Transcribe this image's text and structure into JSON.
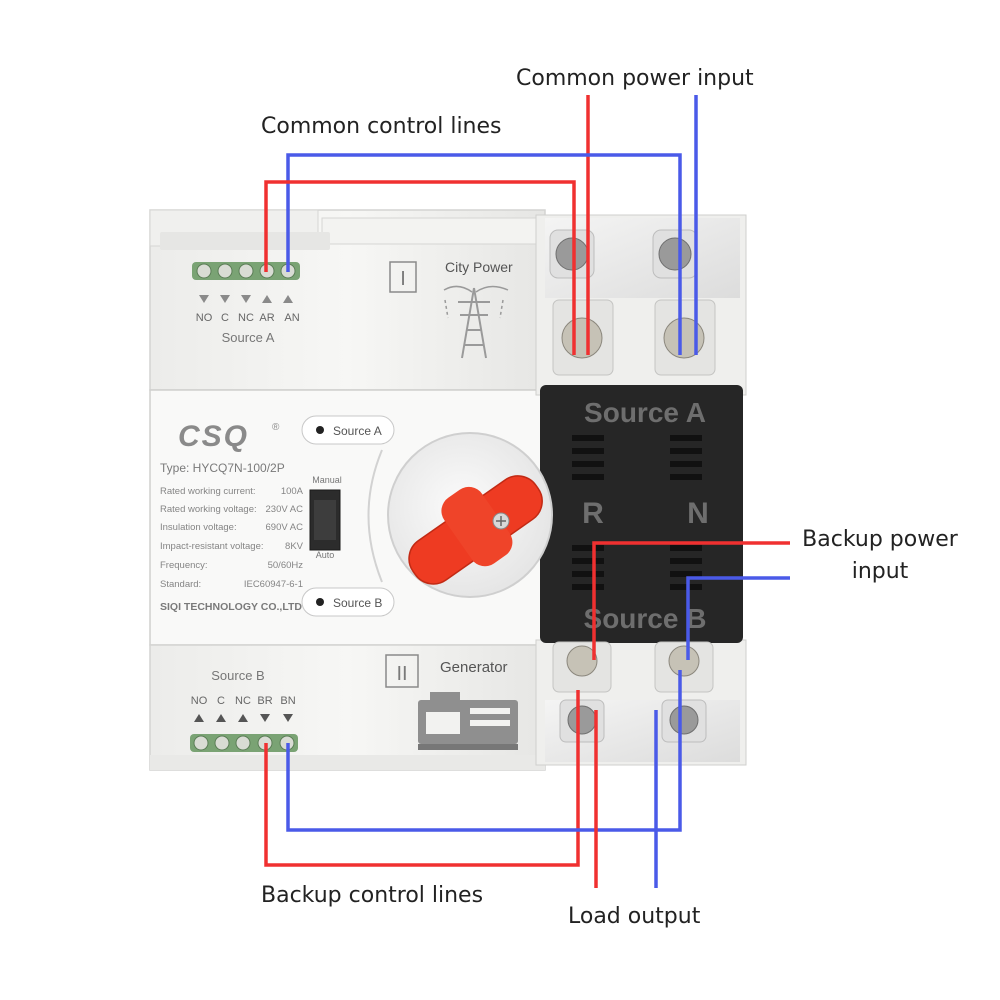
{
  "callouts": {
    "common_power_input": "Common power input",
    "common_control_lines": "Common control lines",
    "backup_power_input_line1": "Backup power",
    "backup_power_input_line2": "input",
    "backup_control_lines": "Backup control lines",
    "load_output": "Load output"
  },
  "device": {
    "brand": "CSQ",
    "brand_mark": "®",
    "type": "Type: HYCQ7N-100/2P",
    "specs": [
      {
        "label": "Rated working current:",
        "value": "100A"
      },
      {
        "label": "Rated working voltage:",
        "value": "230V AC"
      },
      {
        "label": "Insulation voltage:",
        "value": "690V AC"
      },
      {
        "label": "Impact-resistant voltage:",
        "value": "8KV"
      },
      {
        "label": "Frequency:",
        "value": "50/60Hz"
      },
      {
        "label": "Standard:",
        "value": "IEC60947-6-1"
      }
    ],
    "manufacturer": "SIQI TECHNOLOGY CO.,LTD",
    "switch_top_label": "Manual",
    "switch_bottom_label": "Auto",
    "source_a_button": "Source A",
    "source_b_button": "Source B"
  },
  "top_module": {
    "roman": "I",
    "title": "City Power",
    "terminal_labels": [
      "NO",
      "C",
      "NC",
      "AR",
      "AN"
    ],
    "source_label": "Source A"
  },
  "bottom_module": {
    "roman": "II",
    "title": "Generator",
    "terminal_labels": [
      "NO",
      "C",
      "NC",
      "BR",
      "BN"
    ],
    "source_label": "Source B"
  },
  "black_panel": {
    "source_a": "Source A",
    "source_b": "Source B",
    "r": "R",
    "n": "N"
  },
  "colors": {
    "live_wire": "#f03030",
    "neutral_wire": "#4a5ae8",
    "housing": "#f2f2f0",
    "panel": "#252525",
    "knob": "#ee3b22",
    "terminal_green": "#6f9a6a"
  }
}
